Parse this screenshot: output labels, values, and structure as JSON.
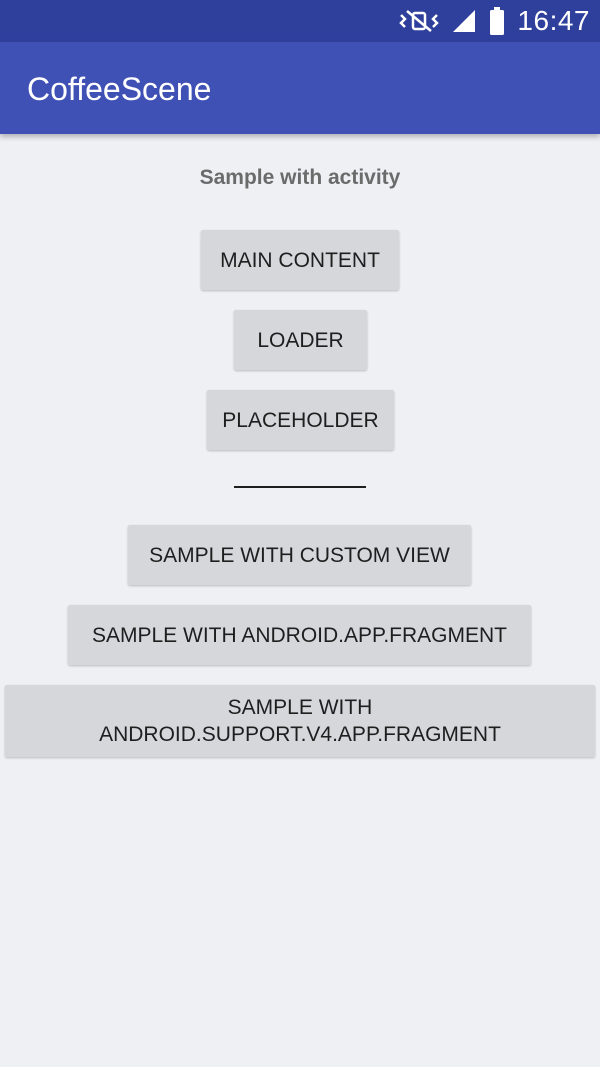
{
  "status_bar": {
    "time": "16:47",
    "icons": [
      "vibrate-mute-icon",
      "signal-icon",
      "battery-icon"
    ]
  },
  "app_bar": {
    "title": "CoffeeScene",
    "color": "#3f51b5",
    "status_color": "#2f3f9c"
  },
  "main": {
    "section_title": "Sample with activity",
    "buttons": {
      "main_content": "MAIN CONTENT",
      "loader": "LOADER",
      "placeholder": "PLACEHOLDER",
      "custom_view": "SAMPLE WITH CUSTOM VIEW",
      "app_fragment": "SAMPLE WITH ANDROID.APP.FRAGMENT",
      "support_fragment": "SAMPLE WITH\nANDROID.SUPPORT.V4.APP.FRAGMENT"
    }
  }
}
